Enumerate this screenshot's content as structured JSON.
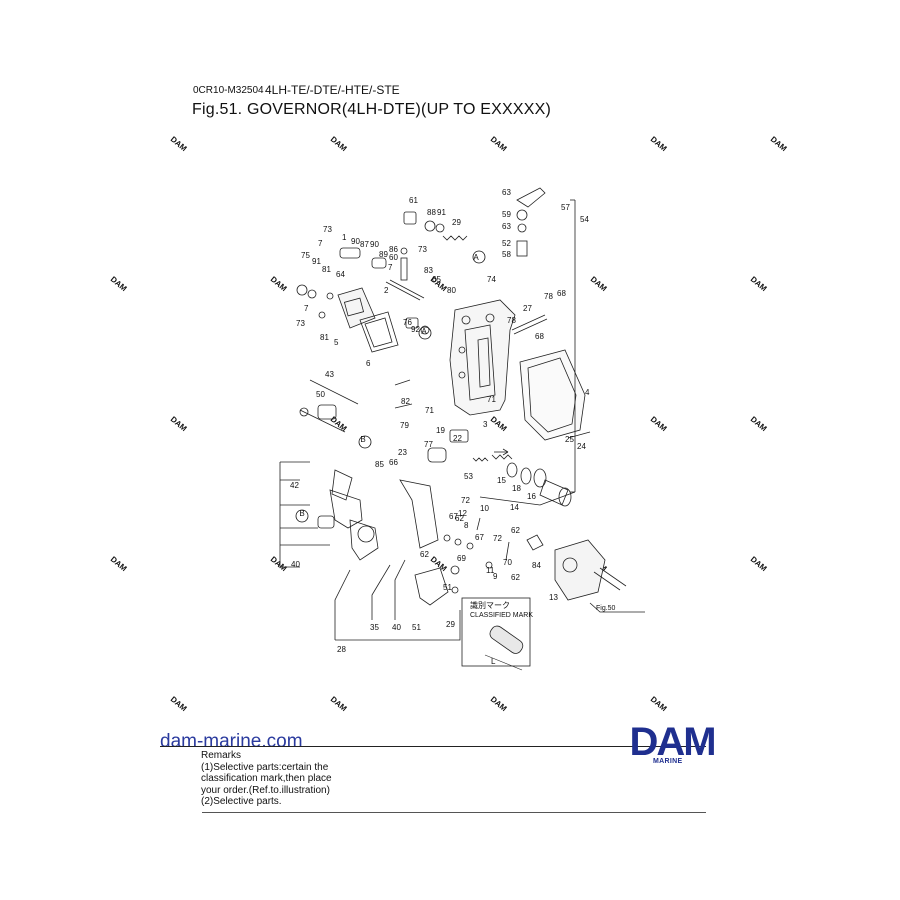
{
  "header": {
    "code": "0CR10-M32504",
    "models": "4LH-TE/-DTE/-HTE/-STE",
    "figure_title": "Fig.51.  GOVERNOR(4LH-DTE)(UP TO EXXXXX)"
  },
  "watermark": "DAM",
  "diagram": {
    "callouts": [
      "63",
      "57",
      "54",
      "59",
      "63",
      "52",
      "58",
      "61",
      "88",
      "91",
      "29",
      "A",
      "73",
      "1",
      "90",
      "87",
      "90",
      "86",
      "73",
      "7",
      "89",
      "60",
      "7",
      "83",
      "65",
      "80",
      "74",
      "75",
      "91",
      "81",
      "64",
      "2",
      "7",
      "73",
      "81",
      "5",
      "6",
      "76",
      "92",
      "A",
      "27",
      "78",
      "78",
      "68",
      "68",
      "43",
      "50",
      "B",
      "82",
      "79",
      "71",
      "71",
      "3",
      "4",
      "25",
      "24",
      "23",
      "19",
      "22",
      "77",
      "85",
      "66",
      "53",
      "15",
      "18",
      "16",
      "14",
      "42",
      "B",
      "72",
      "10",
      "8",
      "62",
      "67",
      "12",
      "67",
      "62",
      "72",
      "70",
      "11",
      "62",
      "9",
      "84",
      "40",
      "62",
      "69",
      "51",
      "13",
      "35",
      "40",
      "51",
      "29",
      "28"
    ],
    "classified_mark_jp": "識別マーク",
    "classified_mark_en": "CLASSIFIED MARK",
    "dimension_label": "L",
    "fig_reference": "Fig.50"
  },
  "footer": {
    "site": "dam-marine.com",
    "remarks": [
      "Remarks",
      "(1)Selective parts:certain the",
      "classification mark,then place",
      "your order.(Ref.to.illustration)",
      "(2)Selective parts."
    ],
    "logo_text": "DAM",
    "logo_sub": "MARINE",
    "brand_color": "#1f2f8f"
  }
}
